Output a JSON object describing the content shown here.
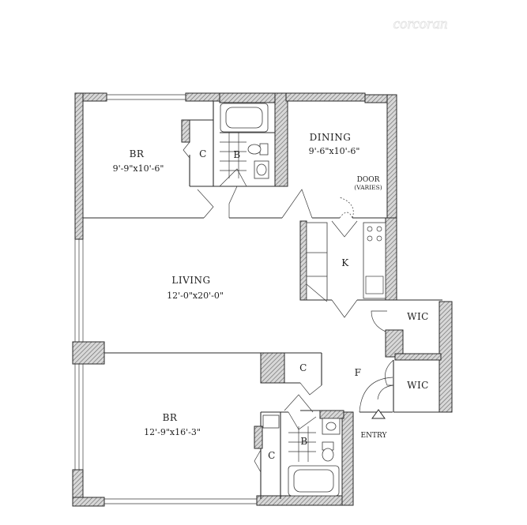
{
  "watermark": "corcoran",
  "rooms": {
    "bedroom_1": {
      "name": "BR",
      "dims": "9'-9\"x10'-6\""
    },
    "dining": {
      "name": "DINING",
      "dims": "9'-6\"x10'-6\""
    },
    "living": {
      "name": "LIVING",
      "dims": "12'-0\"x20'-0\""
    },
    "bedroom_2": {
      "name": "BR",
      "dims": "12'-9\"x16'-3\""
    },
    "kitchen": {
      "name": "K"
    },
    "foyer": {
      "name": "F"
    },
    "bath_1": {
      "name": "B"
    },
    "bath_2": {
      "name": "B"
    },
    "closet_1": {
      "name": "C"
    },
    "closet_2": {
      "name": "C"
    },
    "closet_3": {
      "name": "C"
    },
    "wic_1": {
      "name": "WIC"
    },
    "wic_2": {
      "name": "WIC"
    }
  },
  "door_note": {
    "line1": "DOOR",
    "line2": "(VARIES)"
  },
  "entry": "ENTRY"
}
